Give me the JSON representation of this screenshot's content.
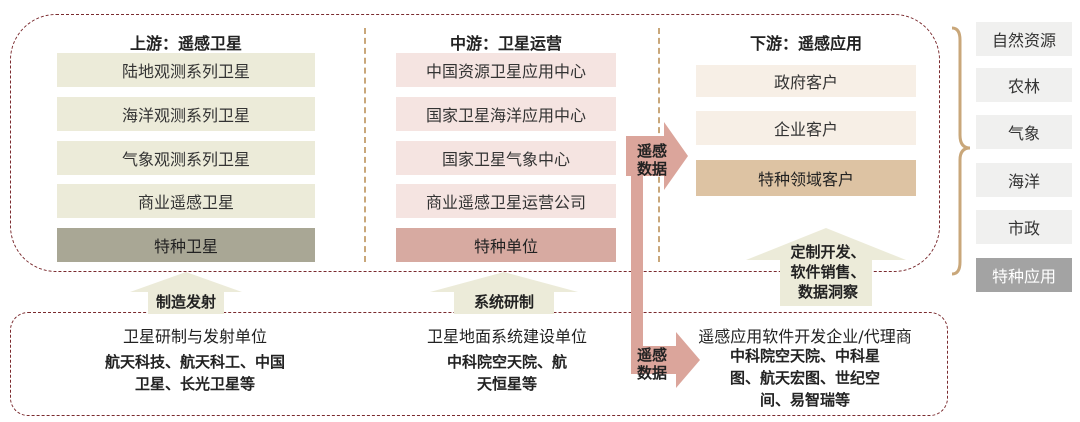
{
  "upstream": {
    "title": "上游：遥感卫星",
    "items": [
      "陆地观测系列卫星",
      "海洋观测系列卫星",
      "气象观测系列卫星",
      "商业遥感卫星",
      "特种卫星"
    ]
  },
  "midstream": {
    "title": "中游：卫星运营",
    "items": [
      "中国资源卫星应用中心",
      "国家卫星海洋应用中心",
      "国家卫星气象中心",
      "商业遥感卫星运营公司",
      "特种单位"
    ]
  },
  "downstream": {
    "title": "下游：遥感应用",
    "items": [
      "政府客户",
      "企业客户",
      "特种领域客户"
    ]
  },
  "categories": [
    "自然资源",
    "农林",
    "气象",
    "海洋",
    "市政",
    "特种应用"
  ],
  "arrows": {
    "data_flow_1": [
      "遥感",
      "数据"
    ],
    "data_flow_2": [
      "遥感",
      "数据"
    ],
    "manufacture": "制造发射",
    "system_dev": "系统研制",
    "software": [
      "定制开发、",
      "软件销售、",
      "数据洞察"
    ]
  },
  "bottom": {
    "left": {
      "title": "卫星研制与发射单位",
      "body": [
        "航天科技、航天科工、中国",
        "卫星、长光卫星等"
      ]
    },
    "middle": {
      "title": "卫星地面系统建设单位",
      "body": [
        "中科院空天院、航",
        "天恒星等"
      ]
    },
    "right": {
      "title": "遥感应用软件开发企业/代理商",
      "body": [
        "中科院空天院、中科星",
        "图、航天宏图、世纪空",
        "间、易智瑞等"
      ]
    }
  },
  "colors": {
    "frame": "#7a2a2e",
    "divider": "#c9a77a",
    "arrow_red": "#dba59b",
    "arrow_beige": "#ecebd9",
    "bracket": "#c9a77a"
  }
}
